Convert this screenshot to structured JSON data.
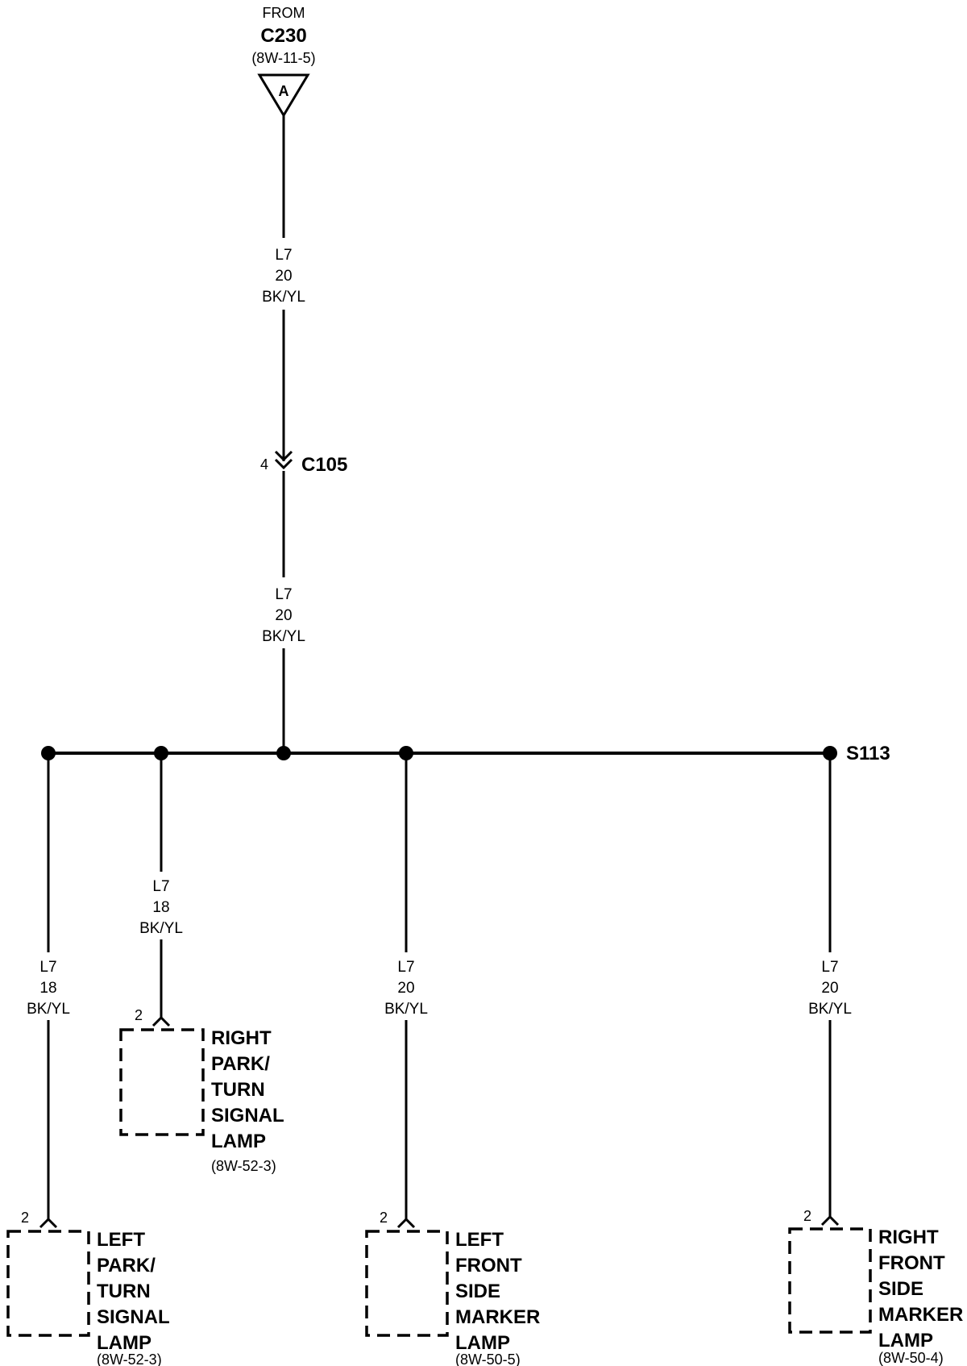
{
  "source": {
    "from_label": "FROM",
    "connector": "C230",
    "ref": "(8W-11-5)",
    "pin": "A"
  },
  "inline_connector": {
    "pin": "4",
    "name": "C105"
  },
  "splice": {
    "name": "S113"
  },
  "wires": {
    "upper": {
      "circuit": "L7",
      "gauge": "20",
      "color": "BK/YL"
    },
    "middle": {
      "circuit": "L7",
      "gauge": "20",
      "color": "BK/YL"
    },
    "left_park": {
      "circuit": "L7",
      "gauge": "18",
      "color": "BK/YL"
    },
    "right_park": {
      "circuit": "L7",
      "gauge": "18",
      "color": "BK/YL"
    },
    "left_marker": {
      "circuit": "L7",
      "gauge": "20",
      "color": "BK/YL"
    },
    "right_marker": {
      "circuit": "L7",
      "gauge": "20",
      "color": "BK/YL"
    }
  },
  "components": {
    "right_park": {
      "pin": "2",
      "lines": [
        "RIGHT",
        "PARK/",
        "TURN",
        "SIGNAL",
        "LAMP"
      ],
      "ref": "(8W-52-3)"
    },
    "left_park": {
      "pin": "2",
      "lines": [
        "LEFT",
        "PARK/",
        "TURN",
        "SIGNAL",
        "LAMP"
      ],
      "ref": "(8W-52-3)"
    },
    "left_marker": {
      "pin": "2",
      "lines": [
        "LEFT",
        "FRONT",
        "SIDE",
        "MARKER",
        "LAMP"
      ],
      "ref": "(8W-50-5)"
    },
    "right_marker": {
      "pin": "2",
      "lines": [
        "RIGHT",
        "FRONT",
        "SIDE",
        "MARKER",
        "LAMP"
      ],
      "ref": "(8W-50-4)"
    }
  }
}
